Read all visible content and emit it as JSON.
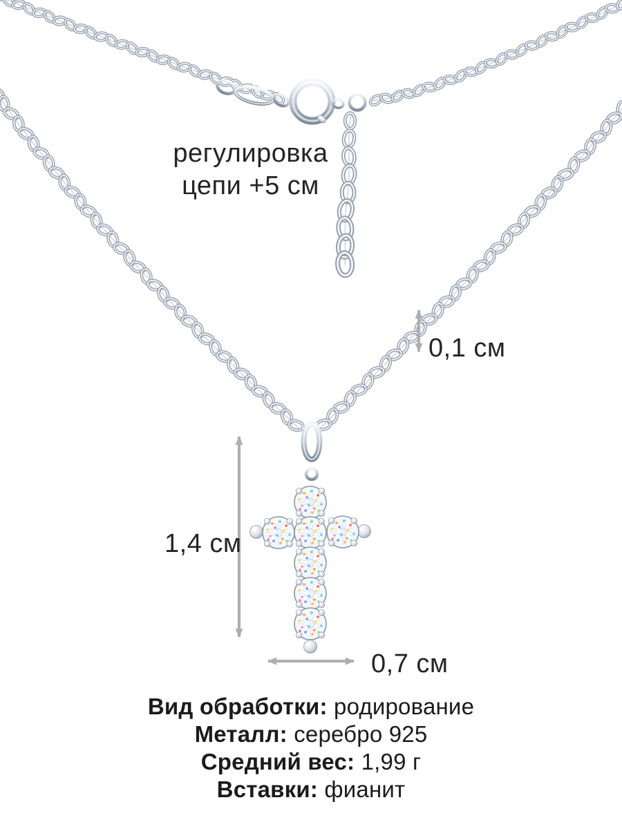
{
  "annotations": {
    "chain_adjustment_line1": "регулировка",
    "chain_adjustment_line2": "цепи +5 см",
    "chain_thickness": "0,1 см",
    "pendant_height": "1,4 см",
    "pendant_width": "0,7 см"
  },
  "specs": [
    {
      "label": "Вид обработки:",
      "value": "родирование"
    },
    {
      "label": "Металл:",
      "value": "серебро 925"
    },
    {
      "label": "Средний вес:",
      "value": "1,99 г"
    },
    {
      "label": "Вставки:",
      "value": "фианит"
    }
  ],
  "colors": {
    "background": "#ffffff",
    "text": "#202022",
    "arrow": "#aeaeb1",
    "silver_dark": "#8d98a8",
    "silver_mid": "#b5bec9",
    "silver_light": "#f2f5f8"
  }
}
